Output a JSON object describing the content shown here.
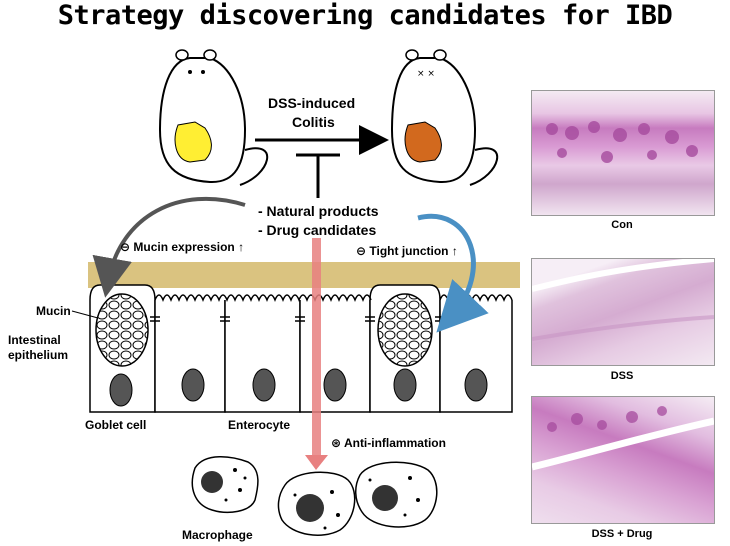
{
  "title": "Strategy discovering candidates for IBD",
  "dss_label_line1": "DSS-induced",
  "dss_label_line2": "Colitis",
  "inhibitors": [
    "- Natural products",
    "- Drug candidates"
  ],
  "mucin_expression": "⊖ Mucin expression ↑",
  "tight_junction": "⊖ Tight junction ↑",
  "anti_inflammation": "⊛ Anti-inflammation",
  "labels": {
    "mucin": "Mucin",
    "intestinal": "Intestinal",
    "epithelium": "epithelium",
    "goblet_cell": "Goblet cell",
    "enterocyte": "Enterocyte",
    "macrophage": "Macrophage"
  },
  "histology": [
    "Con",
    "DSS",
    "DSS + Drug"
  ],
  "colors": {
    "colon_healthy": "#ffee33",
    "colon_colitis": "#d2691e",
    "mucus_layer": "#d4b86a",
    "arrow_blue": "#4a90c4",
    "arrow_red": "#e88080",
    "arrow_gray": "#555555",
    "stain_pink": "#c77bbf"
  }
}
